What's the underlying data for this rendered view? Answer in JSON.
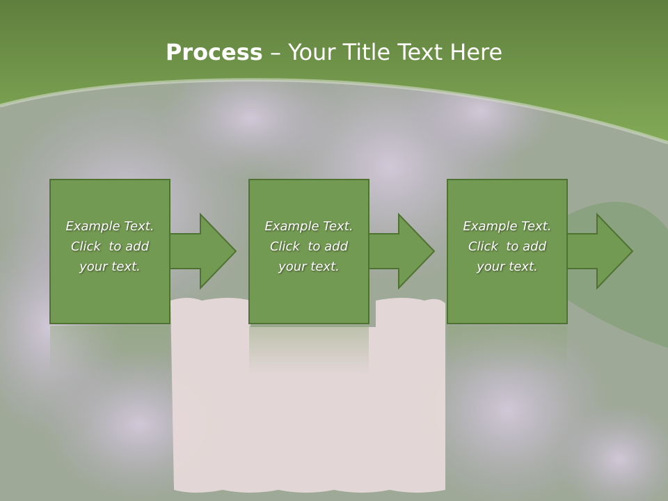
{
  "slide": {
    "title_bold": "Process",
    "title_rest": " – Your Title Text Here"
  },
  "steps": [
    {
      "line1": "Example Text.",
      "line2": "Click  to add",
      "line3": "your text."
    },
    {
      "line1": "Example Text.",
      "line2": "Click  to add",
      "line3": "your text."
    },
    {
      "line1": "Example Text.",
      "line2": "Click  to add",
      "line3": "your text."
    }
  ],
  "colors": {
    "header_green": "#6e9a48",
    "box_green": "#739a52",
    "box_border": "#4f7233",
    "lilac": "#c9b6d8",
    "paper_pink": "#f6dfe6"
  }
}
